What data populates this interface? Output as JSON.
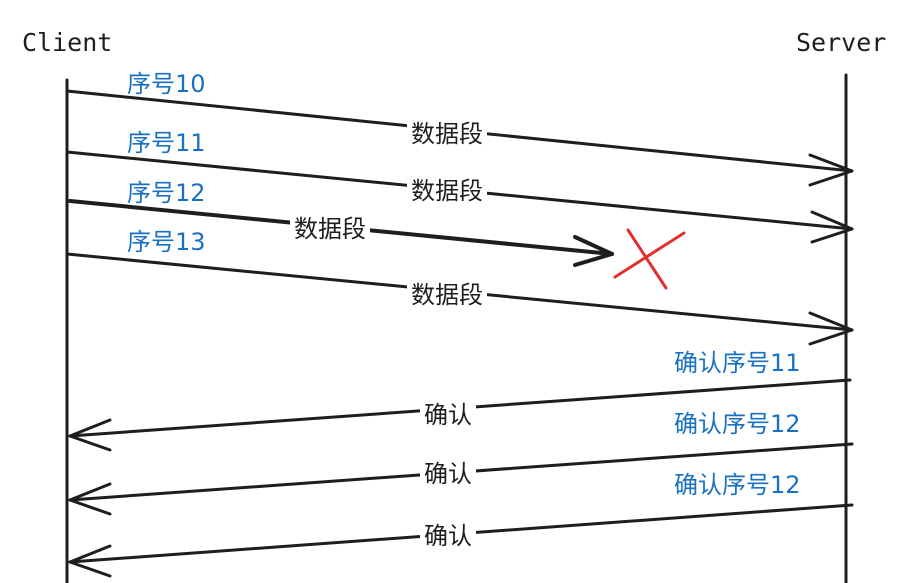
{
  "actors": {
    "client": "Client",
    "server": "Server"
  },
  "messages": [
    {
      "seq_label": "序号10",
      "label": "数据段",
      "lost": false
    },
    {
      "seq_label": "序号11",
      "label": "数据段",
      "lost": false
    },
    {
      "seq_label": "序号12",
      "label": "数据段",
      "lost": true
    },
    {
      "seq_label": "序号13",
      "label": "数据段",
      "lost": false
    }
  ],
  "acks": [
    {
      "seq_label": "确认序号11",
      "label": "确认"
    },
    {
      "seq_label": "确认序号12",
      "label": "确认"
    },
    {
      "seq_label": "确认序号12",
      "label": "确认"
    }
  ],
  "colors": {
    "stroke": "#1e1e1e",
    "seq": "#1971c2",
    "lost_mark": "#e03131"
  }
}
